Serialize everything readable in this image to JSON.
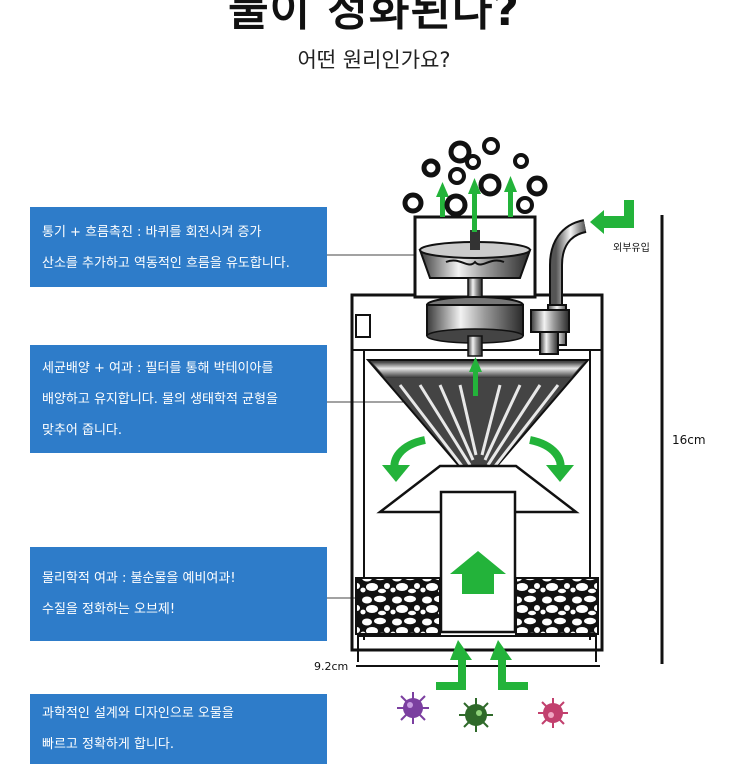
{
  "header": {
    "title": "물이 정화된다?",
    "subtitle": "어떤 원리인가요?"
  },
  "callouts": [
    {
      "lines": [
        "통기 + 흐름촉진 : 바퀴를 회전시켜 증가",
        "산소를 추가하고 역동적인 흐름을 유도합니다."
      ]
    },
    {
      "lines": [
        "세균배양 + 여과 : 필터를 통해 박테이아를",
        "배양하고 유지합니다. 물의 생태학적 균형을",
        "맞추어 줍니다."
      ]
    },
    {
      "lines": [
        "물리학적 여과 : 불순물을 예비여과!",
        "수질을 정화하는 오브제!"
      ]
    },
    {
      "lines": [
        "과학적인 설계와 디자인으로 오물을",
        "빠르고 정확하게 합니다."
      ]
    }
  ],
  "dimensions": {
    "inflow_label": "외부유입",
    "height_label": "16cm",
    "width_label": "9.2cm"
  },
  "icons": [
    "bubble-icon",
    "up-arrow-icon",
    "down-arrow-icon",
    "curved-arrow-icon",
    "bacteria-icon"
  ],
  "colors": {
    "callout_bg": "#2e7cc9",
    "arrow_green": "#23b33a",
    "bacteria_purple": "#7b3fa0",
    "bacteria_green": "#2f6a2a",
    "bacteria_pink": "#c2406e"
  }
}
